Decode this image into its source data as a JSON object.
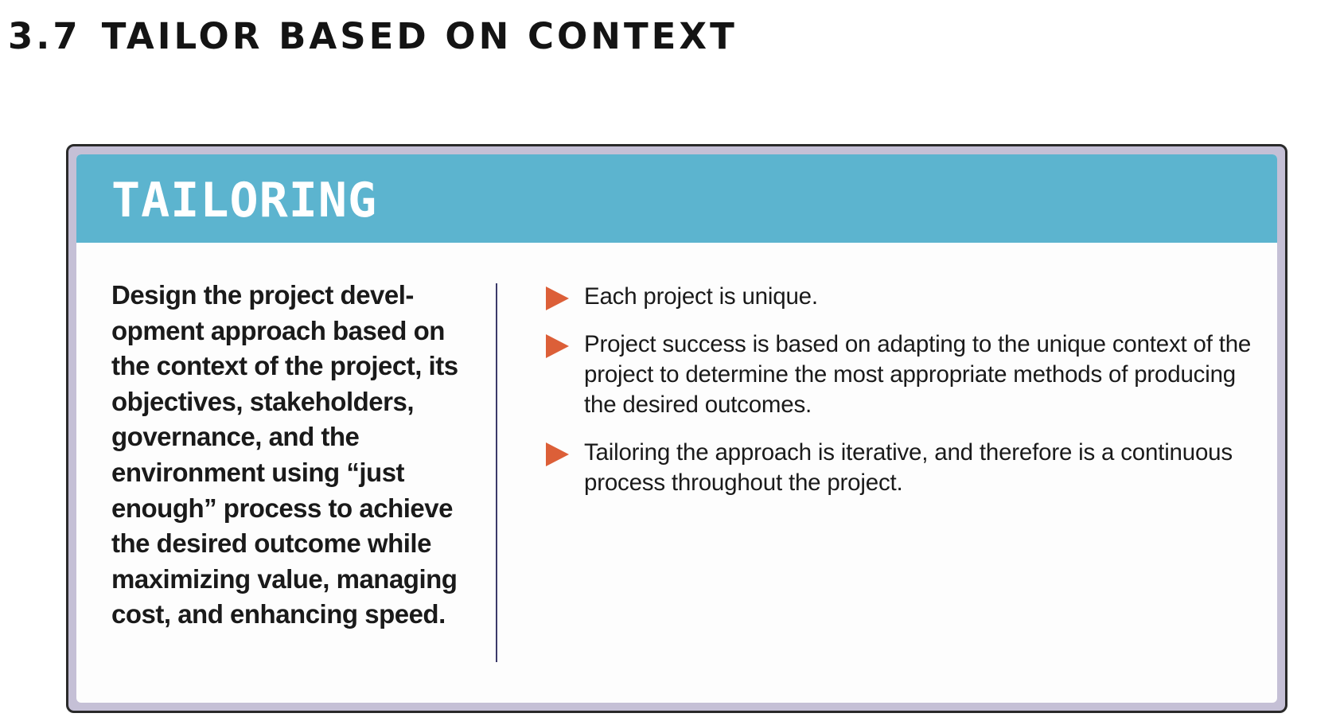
{
  "section": {
    "number": "3.7",
    "title": "TAILOR BASED ON CONTEXT"
  },
  "card": {
    "title": "TAILORING",
    "lead": "Design the project devel-opment approach based on the context of the project, its objectives, stakeholders, governance, and the environment using “just enough” process to achieve the desired outcome while maximizing value, managing cost, and enhancing speed.",
    "bullets": [
      "Each project is unique.",
      "Project success is based on adapting to the unique context of the project to determine the most appropriate methods of producing the desired outcomes.",
      "Tailoring the approach is iterative, and therefore is a continuous process throughout the project."
    ]
  },
  "colors": {
    "header_bar": "#5cb4cf",
    "bullet_marker": "#dc5f38",
    "frame_border": "#c5c0d6",
    "divider": "#3b3a6a"
  },
  "icons": {
    "bullet": "play-triangle-icon"
  }
}
